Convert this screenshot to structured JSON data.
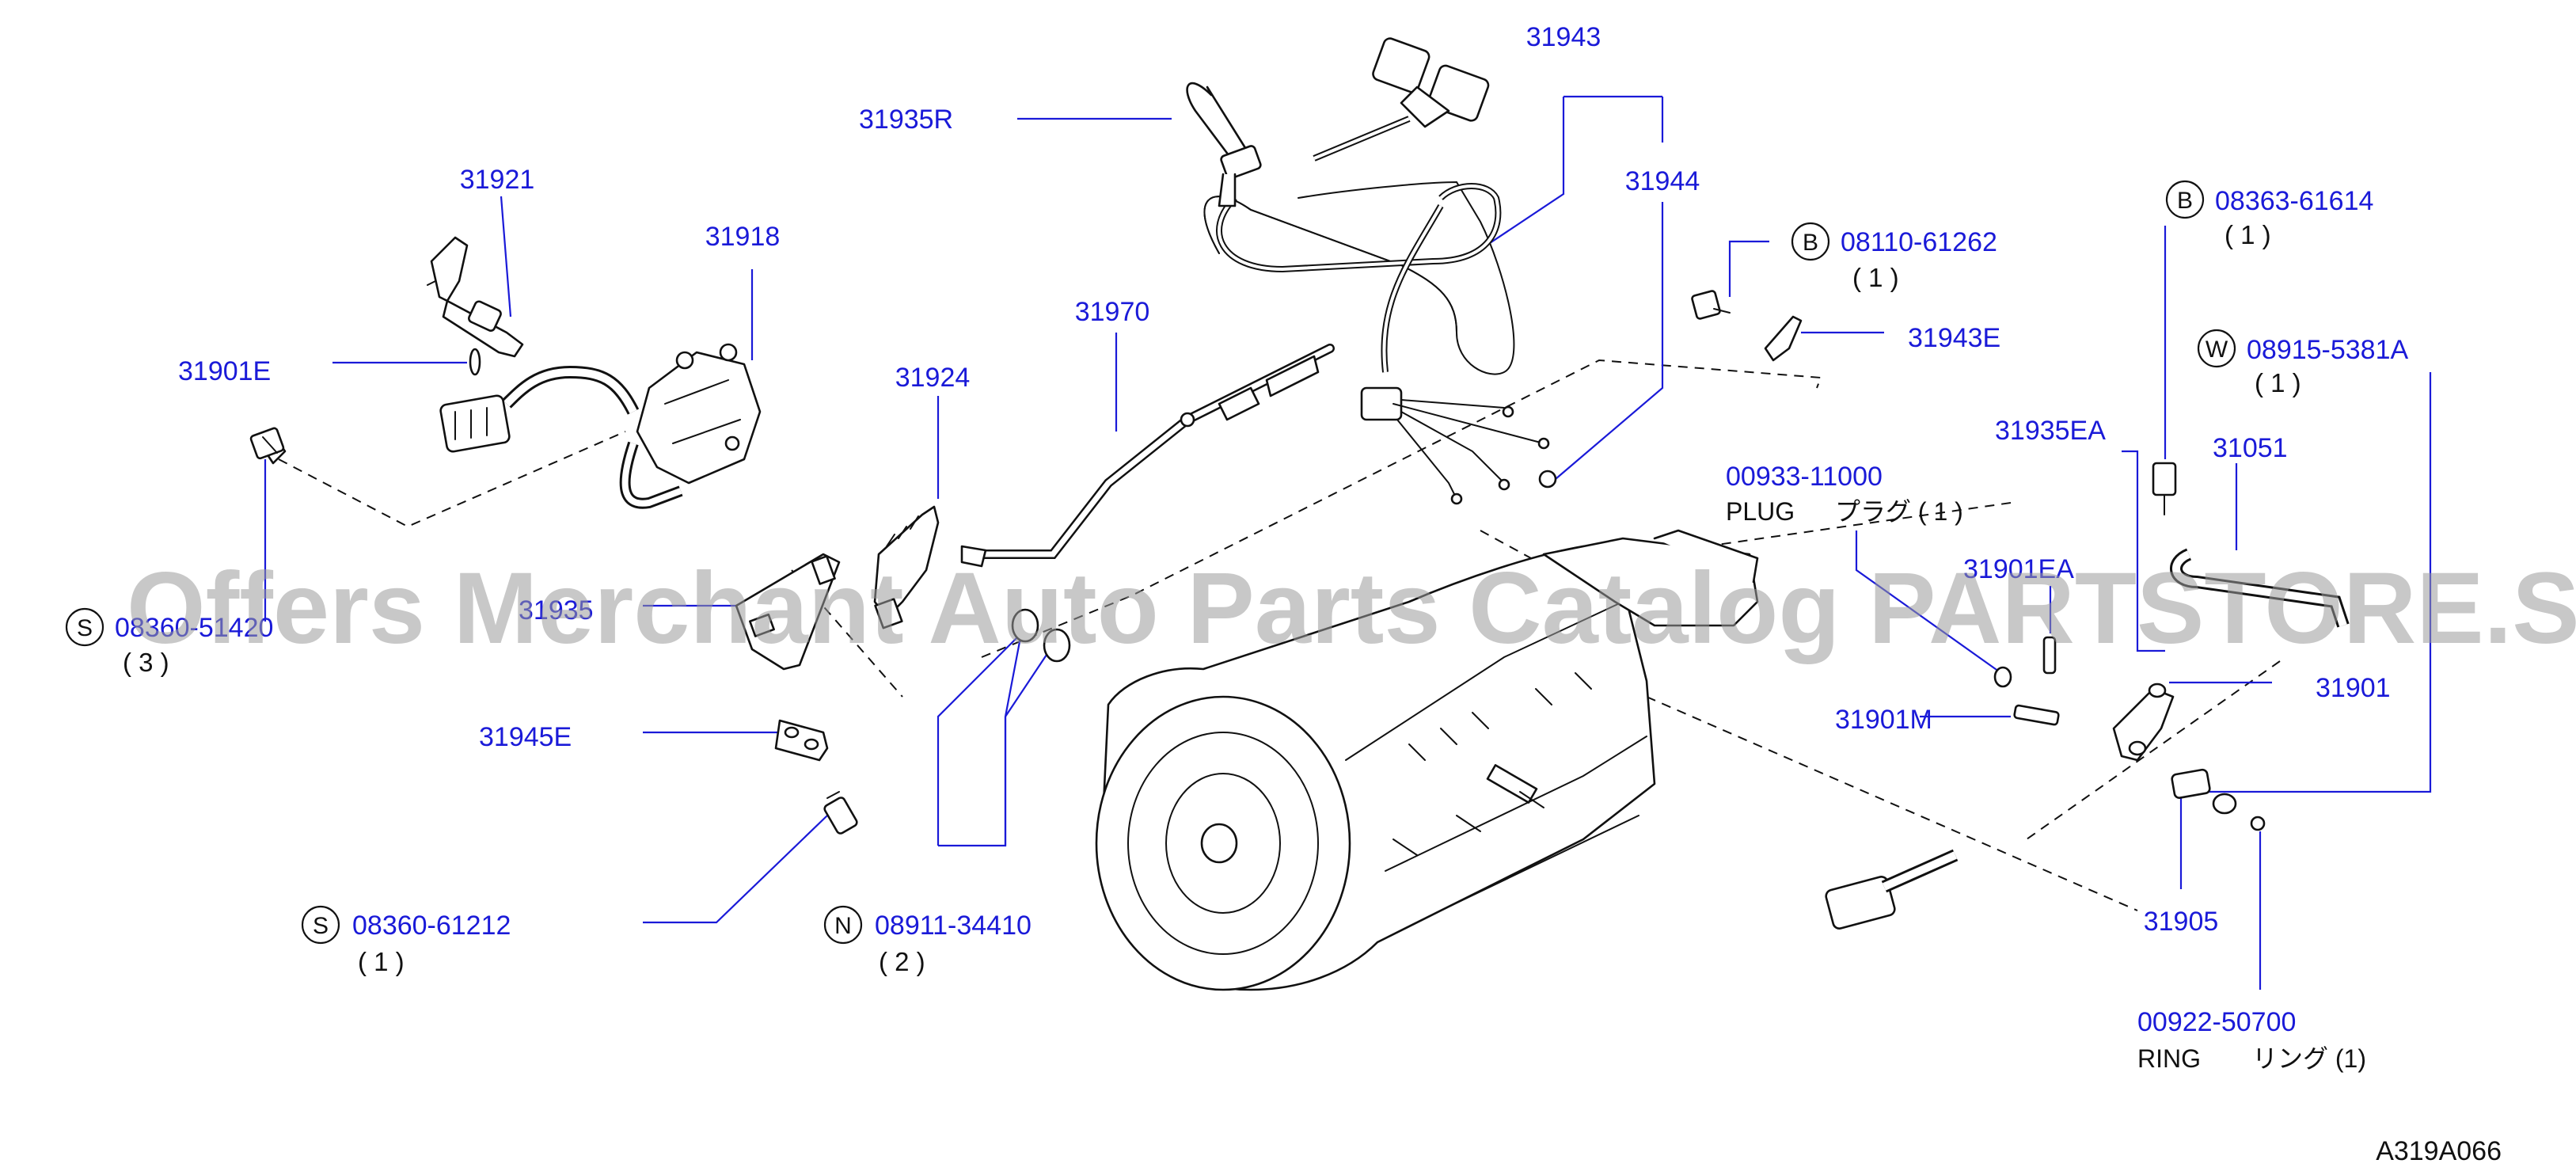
{
  "diagram_code": "A319A066",
  "watermark": "Offers Merchant Auto Parts Catalog PARTSTORE.SA",
  "parts": {
    "p31943": "31943",
    "p31935R": "31935R",
    "p31944": "31944",
    "p31921": "31921",
    "p31918": "31918",
    "p31970": "31970",
    "p31901E": "31901E",
    "p31924": "31924",
    "p31943E": "31943E",
    "p31935EA": "31935EA",
    "p31051": "31051",
    "p31901EA": "31901EA",
    "p31945E": "31945E",
    "p31901": "31901",
    "p31901M": "31901M",
    "p31905": "31905",
    "p31935": "31935"
  },
  "fasteners": {
    "f1": {
      "badge": "B",
      "number": "08110-61262",
      "qty": "( 1 )"
    },
    "f2": {
      "badge": "B",
      "number": "08363-61614",
      "qty": "( 1 )"
    },
    "f3": {
      "badge": "W",
      "number": "08915-5381A",
      "qty": "( 1 )"
    },
    "f4": {
      "badge": "S",
      "number": "08360-51420",
      "qty": "( 3 )"
    },
    "f5": {
      "badge": "S",
      "number": "08360-61212",
      "qty": "( 1 )"
    },
    "f6": {
      "badge": "N",
      "number": "08911-34410",
      "qty": "( 2 )"
    }
  },
  "plug": {
    "number": "00933-11000",
    "name": "PLUG",
    "jp": "プラグ ( 1 )"
  },
  "ring": {
    "number": "00922-50700",
    "name": "RING",
    "jp": "リング (1)"
  }
}
